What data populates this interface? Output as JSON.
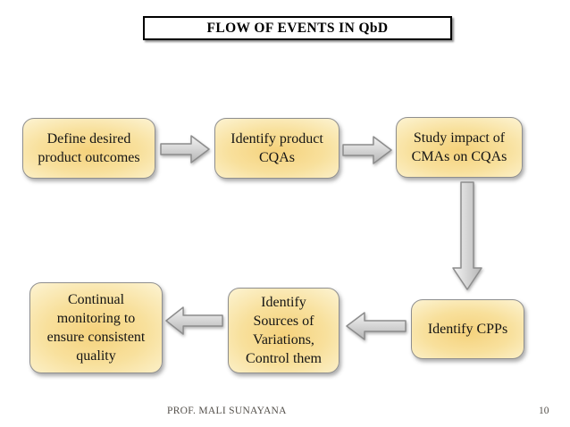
{
  "slide": {
    "title": "FLOW OF EVENTS IN QbD",
    "flow_boxes": [
      {
        "id": "define-outcomes",
        "label": "Define desired\nproduct outcomes"
      },
      {
        "id": "identify-cqas",
        "label": "Identify product\nCQAs"
      },
      {
        "id": "study-impact",
        "label": "Study impact of\nCMAs on CQAs"
      },
      {
        "id": "identify-cpps",
        "label": "Identify CPPs"
      },
      {
        "id": "identify-variations",
        "label": "Identify\nSources of\nVariations,\nControl them"
      },
      {
        "id": "continual-monitoring",
        "label": "Continual\nmonitoring to\nensure consistent\nquality"
      }
    ],
    "arrows": [
      {
        "id": "arrow-1",
        "direction": "right",
        "from": "define-outcomes",
        "to": "identify-cqas"
      },
      {
        "id": "arrow-2",
        "direction": "right",
        "from": "identify-cqas",
        "to": "study-impact"
      },
      {
        "id": "arrow-3",
        "direction": "down",
        "from": "study-impact",
        "to": "identify-cpps"
      },
      {
        "id": "arrow-4",
        "direction": "left",
        "from": "identify-cpps",
        "to": "identify-variations"
      },
      {
        "id": "arrow-5",
        "direction": "left",
        "from": "identify-variations",
        "to": "continual-monitoring"
      }
    ],
    "footer": {
      "author": "PROF. MALI SUNAYANA",
      "page_number": "10"
    },
    "colors": {
      "box_fill_center": "#f5d27c",
      "box_fill_edge": "#fdf5d8",
      "box_border": "#8f8f8f",
      "arrow_fill_light": "#f4f4f4",
      "arrow_fill_dark": "#b5b5b5",
      "arrow_border": "#8c8c8c",
      "title_border": "#000000",
      "footer_text": "#54504b"
    }
  }
}
